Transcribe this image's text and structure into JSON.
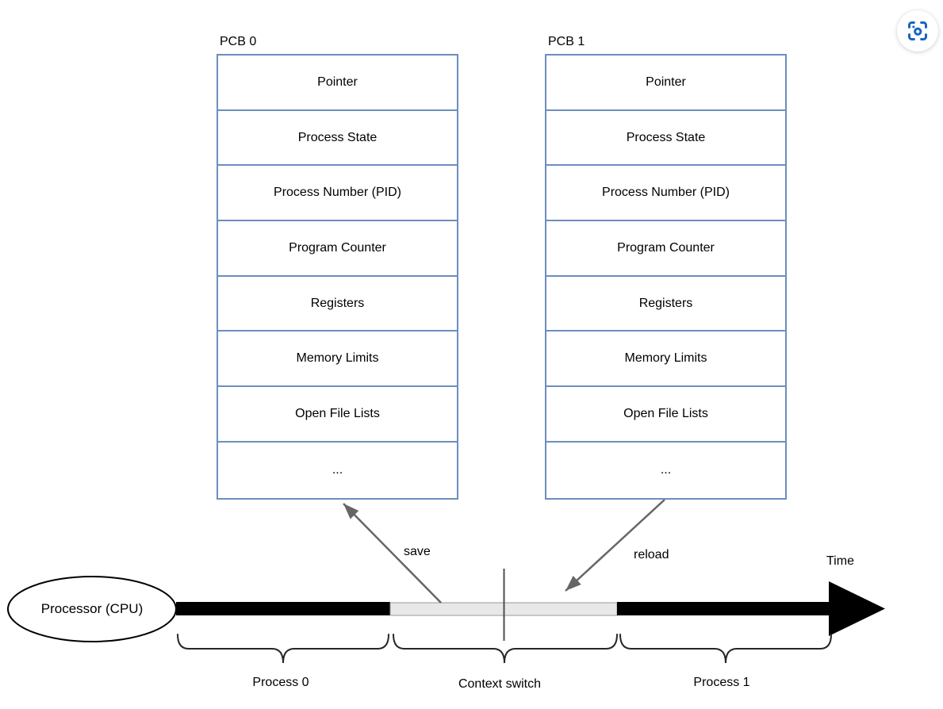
{
  "pcb0": {
    "title": "PCB 0",
    "rows": [
      "Pointer",
      "Process State",
      "Process Number (PID)",
      "Program Counter",
      "Registers",
      "Memory Limits",
      "Open File Lists",
      "..."
    ]
  },
  "pcb1": {
    "title": "PCB 1",
    "rows": [
      "Pointer",
      "Process State",
      "Process Number (PID)",
      "Program Counter",
      "Registers",
      "Memory Limits",
      "Open File Lists",
      "..."
    ]
  },
  "timeline": {
    "cpu_label": "Processor (CPU)",
    "time_label": "Time",
    "save_label": "save",
    "reload_label": "reload",
    "process0_label": "Process 0",
    "context_switch_label": "Context switch",
    "process1_label": "Process 1"
  },
  "icons": {
    "screenshot_button": "screenshot-lens-icon"
  },
  "colors": {
    "pcb_border": "#6c8ebf",
    "arrow_gray": "#666666",
    "brace_black": "#262626",
    "bar_black": "#000000",
    "gray_segment_fill": "#e8e8e8",
    "gray_segment_stroke": "#999999",
    "lens_blue": "#1765c0"
  }
}
